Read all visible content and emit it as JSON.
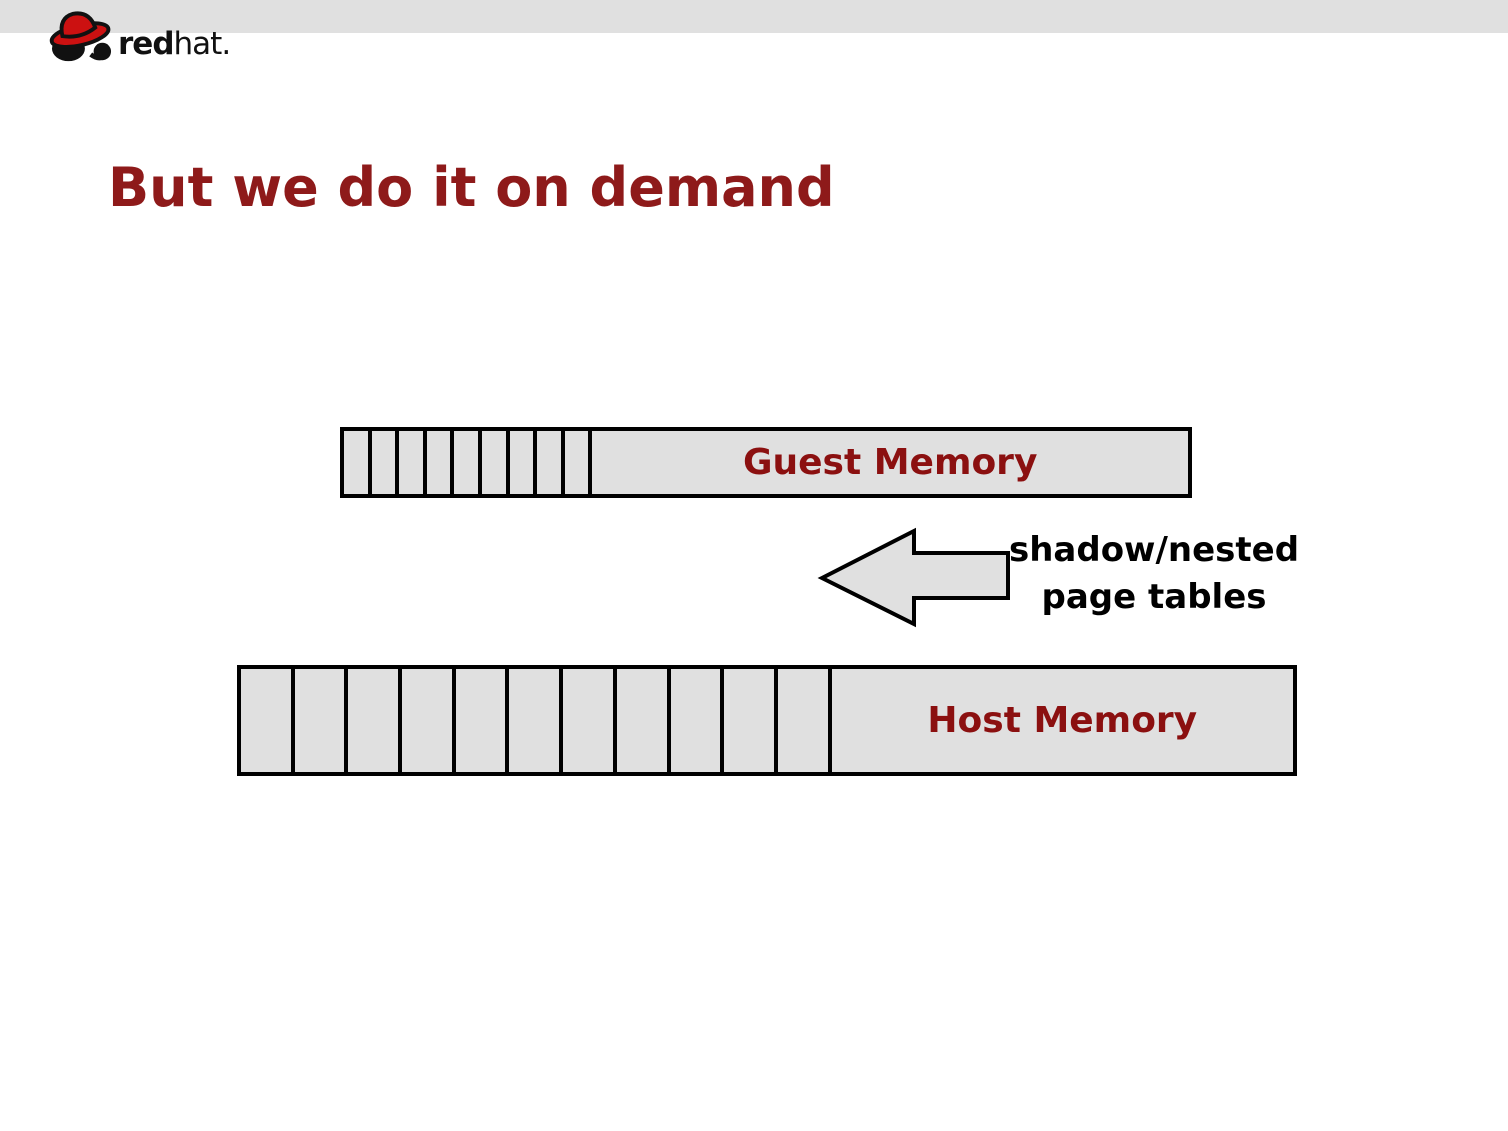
{
  "colors": {
    "strip_color": "#e0e0e0",
    "title_color": "#8e1a1a",
    "mem_label_color": "#8b1010",
    "bar_fill": "#e0e0e0",
    "bar_border": "#000000",
    "arrow_label_color": "#000000",
    "logo_text_color": "#111111",
    "hat_red": "#cc1111",
    "hat_dark": "#111111"
  },
  "logo": {
    "text_bold": "red",
    "text_rest": "hat."
  },
  "title": {
    "text": "But we do it on demand"
  },
  "diagram": {
    "guest_bar": {
      "label": "Guest Memory",
      "cells": 9
    },
    "host_bar": {
      "label": "Host Memory",
      "cells": 11
    },
    "arrow_label": {
      "line1": "shadow/nested",
      "line2": "page tables"
    }
  }
}
